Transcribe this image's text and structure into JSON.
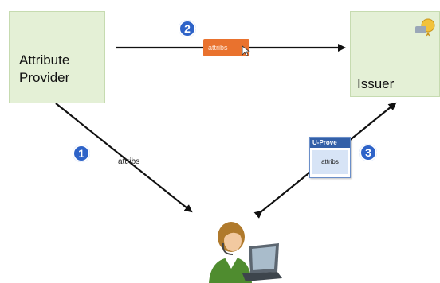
{
  "nodes": {
    "attribute_provider": {
      "label": "Attribute Provider"
    },
    "issuer": {
      "label": "Issuer"
    }
  },
  "steps": [
    {
      "number": "1"
    },
    {
      "number": "2"
    },
    {
      "number": "3"
    }
  ],
  "labels": {
    "attribs_arrow": "attribs",
    "attribs_tag": "attribs",
    "token_header": "U-Prove",
    "token_body": "attribs"
  },
  "colors": {
    "box_fill": "#e4f0d6",
    "badge": "#2e63c8",
    "tag": "#e9722e",
    "token_header": "#3360a8"
  },
  "icons": [
    "seal-icon",
    "cursor-icon",
    "user-at-laptop-icon"
  ]
}
